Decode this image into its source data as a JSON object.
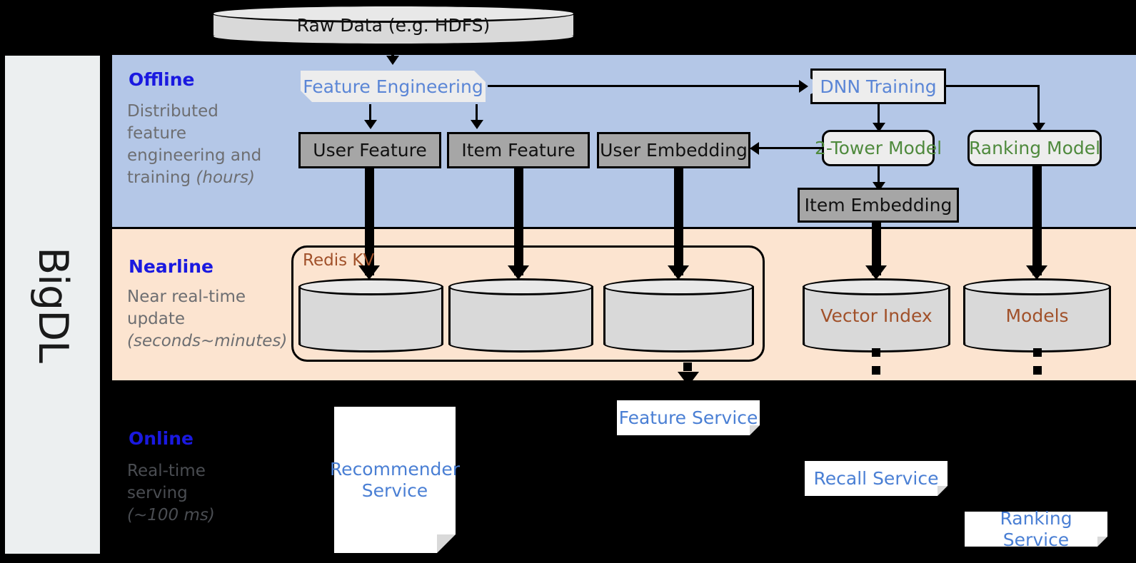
{
  "framework": {
    "name": "BigDL"
  },
  "top_source": {
    "label": "Raw Data (e.g. HDFS)"
  },
  "bands": [
    {
      "id": "offline",
      "title": "Offline",
      "caption_lines": [
        "Distributed",
        "feature",
        "engineering and",
        "training "
      ],
      "caption_italic": "(hours)",
      "accent": "#b4c7e7"
    },
    {
      "id": "nearline",
      "title": "Nearline",
      "caption_lines": [
        "Near real-time",
        "update"
      ],
      "caption_italic": "(seconds~minutes)",
      "accent": "#fce4d0"
    },
    {
      "id": "online",
      "title": "Online",
      "caption_lines": [
        "Real-time",
        "serving"
      ],
      "caption_italic": "(~100 ms)",
      "accent": "#000000"
    }
  ],
  "offline_nodes": {
    "feature_engineering": "Feature Engineering",
    "dnn_training": "DNN Training",
    "user_feature": "User Feature",
    "item_feature": "Item Feature",
    "user_embedding": "User Embedding",
    "two_tower_model": "2-Tower Model",
    "ranking_model": "Ranking Model",
    "item_embedding": "Item Embedding"
  },
  "nearline_nodes": {
    "redis_kv": "Redis KV",
    "user_feature_store": "",
    "item_feature_store": "",
    "user_embedding_store": "",
    "vector_index": "Vector Index",
    "models": "Models"
  },
  "online_nodes": {
    "recommender_service": "Recommender Service",
    "feature_service": "Feature Service",
    "recall_service": "Recall Service",
    "ranking_service": "Ranking Service"
  },
  "colors": {
    "offline_band": "#b4c7e7",
    "nearline_band": "#fce4d0",
    "online_band": "#000000",
    "band_title": "#1a19e0",
    "caption_gray": "#6d6e71",
    "model_green": "#4f8a3d",
    "process_blue": "#5b86d6",
    "service_blue": "#4a7fd4",
    "storage_brown": "#a1512a",
    "gray_box": "#a6a6a6",
    "cylinder": "#d9d9d9",
    "sidebar": "#eceff0"
  }
}
